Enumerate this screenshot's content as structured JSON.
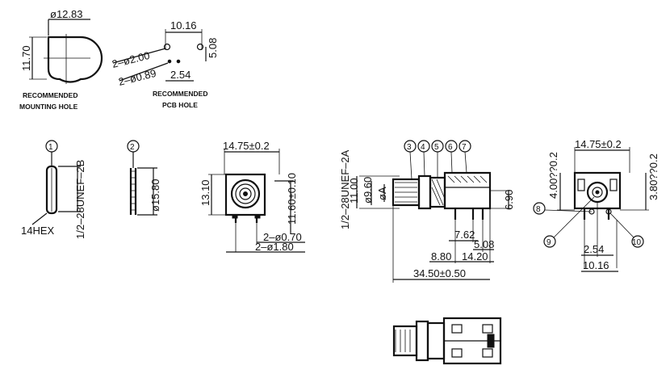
{
  "mounting_hole": {
    "dia_label": "ø12.83",
    "height_label": "11.70",
    "caption_line1": "RECOMMENDED",
    "caption_line2": "MOUNTING HOLE"
  },
  "pcb_hole": {
    "pitch_label": "10.16",
    "spacing_label": "5.08",
    "hole_large_label": "2–ø2.00",
    "hole_small_label": "2–ø0.89",
    "small_pitch_label": "2.54",
    "caption_line1": "RECOMMENDED",
    "caption_line2": "PCB HOLE"
  },
  "part1": {
    "number": "1",
    "thread_label": "1/2–28UNEF–2B",
    "hex_label": "14HEX"
  },
  "part2": {
    "number": "2",
    "dia_label": "ø15.80"
  },
  "front_view": {
    "width_label": "14.75±0.2",
    "height_label": "13.10",
    "center_label": "11.60±0.10",
    "pin_small_label": "2–ø0.70",
    "pin_large_label": "2–ø1.80"
  },
  "side_view": {
    "thread_label": "1/2–28UNEF–2A",
    "h1_label": "11.00",
    "h2_label": "ø9.60",
    "h3_label": "øA",
    "right_height_label": "6.90",
    "callouts": [
      "3",
      "4",
      "5",
      "6",
      "7"
    ],
    "d1_label": "7.62",
    "d2_label": "5.08",
    "d3_label": "8.80",
    "d4_label": "14.20",
    "length_label": "34.50±0.50"
  },
  "rear_view": {
    "width_label": "14.75±0.2",
    "left_label": "4.00??0.2",
    "right_label": "3.80??0.2",
    "callouts": [
      "8",
      "9",
      "10"
    ],
    "pitch_small_label": "2.54",
    "pitch_large_label": "10.16"
  }
}
